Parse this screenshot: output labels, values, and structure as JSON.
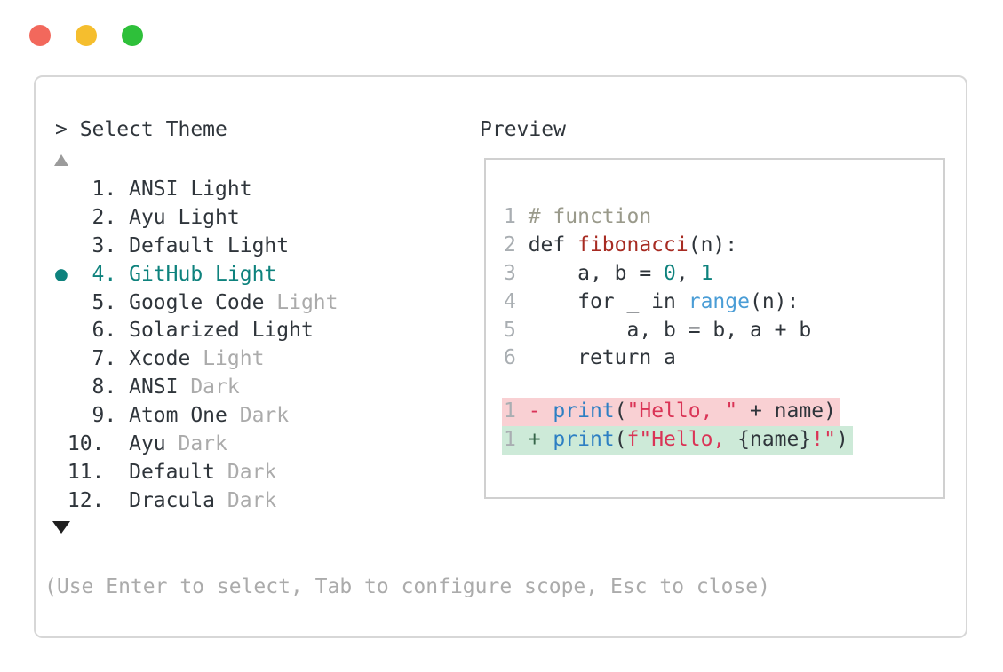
{
  "window": {
    "dots": [
      {
        "name": "close",
        "color": "#f2685c"
      },
      {
        "name": "minimize",
        "color": "#f5be2e"
      },
      {
        "name": "zoom",
        "color": "#2ec03a"
      }
    ]
  },
  "header": {
    "prompt": "> Select Theme",
    "preview_label": "Preview"
  },
  "theme_list": {
    "scroll_up_icon": "up-triangle",
    "scroll_down_icon": "down-triangle",
    "items": [
      {
        "prefix": "   1. ",
        "name": "ANSI Light",
        "suffix": "",
        "selected": false
      },
      {
        "prefix": "   2. ",
        "name": "Ayu Light",
        "suffix": "",
        "selected": false
      },
      {
        "prefix": "   3. ",
        "name": "Default Light",
        "suffix": "",
        "selected": false
      },
      {
        "prefix": "●  4. ",
        "name": "GitHub Light",
        "suffix": "",
        "selected": true
      },
      {
        "prefix": "   5. ",
        "name": "Google Code",
        "suffix": " Light",
        "selected": false
      },
      {
        "prefix": "   6. ",
        "name": "Solarized Light",
        "suffix": "",
        "selected": false
      },
      {
        "prefix": "   7. ",
        "name": "Xcode",
        "suffix": " Light",
        "selected": false
      },
      {
        "prefix": "   8. ",
        "name": "ANSI",
        "suffix": " Dark",
        "selected": false
      },
      {
        "prefix": "   9. ",
        "name": "Atom One",
        "suffix": " Dark",
        "selected": false
      },
      {
        "prefix": " 10.  ",
        "name": "Ayu",
        "suffix": " Dark",
        "selected": false
      },
      {
        "prefix": " 11.  ",
        "name": "Default",
        "suffix": " Dark",
        "selected": false
      },
      {
        "prefix": " 12.  ",
        "name": "Dracula",
        "suffix": " Dark",
        "selected": false
      }
    ]
  },
  "preview": {
    "lines": [
      {
        "name": "code-line-1",
        "segments": [
          [
            "num",
            "1 "
          ],
          [
            "comment",
            "# function"
          ]
        ]
      },
      {
        "name": "code-line-2",
        "segments": [
          [
            "num",
            "2 "
          ],
          [
            "plain",
            "def "
          ],
          [
            "func",
            "fibonacci"
          ],
          [
            "plain",
            "(n):"
          ]
        ]
      },
      {
        "name": "code-line-3",
        "segments": [
          [
            "num",
            "3 "
          ],
          [
            "plain",
            "    a, b = "
          ],
          [
            "literal",
            "0"
          ],
          [
            "plain",
            ", "
          ],
          [
            "literal",
            "1"
          ]
        ]
      },
      {
        "name": "code-line-4",
        "segments": [
          [
            "num",
            "4 "
          ],
          [
            "plain",
            "    for _ in "
          ],
          [
            "range",
            "range"
          ],
          [
            "plain",
            "(n):"
          ]
        ]
      },
      {
        "name": "code-line-5",
        "segments": [
          [
            "num",
            "5 "
          ],
          [
            "plain",
            "        a, b = b, a + b"
          ]
        ]
      },
      {
        "name": "code-line-6",
        "segments": [
          [
            "num",
            "6 "
          ],
          [
            "plain",
            "    return a"
          ]
        ]
      },
      {
        "name": "code-spacer",
        "type": "spacer"
      },
      {
        "name": "diff-removed-line",
        "bg": "#f9d0d3",
        "segments": [
          [
            "num",
            "1 "
          ],
          [
            "minus",
            "- "
          ],
          [
            "print",
            "print"
          ],
          [
            "plain",
            "("
          ],
          [
            "string",
            "\"Hello, \""
          ],
          [
            "plain",
            " + name)"
          ]
        ]
      },
      {
        "name": "diff-added-line",
        "bg": "#cdead8",
        "segments": [
          [
            "num",
            "1 "
          ],
          [
            "plus",
            "+ "
          ],
          [
            "print",
            "print"
          ],
          [
            "plain",
            "("
          ],
          [
            "string",
            "f\"Hello, "
          ],
          [
            "plain",
            "{name}"
          ],
          [
            "string",
            "!\""
          ],
          [
            "plain",
            ")"
          ]
        ]
      }
    ]
  },
  "footer": {
    "hint": "(Use Enter to select, Tab to configure scope, Esc to close)"
  },
  "colors": {
    "plain": "#2f353b",
    "num": "#a9aeb2",
    "comment": "#9a9a8b",
    "func": "#a72b22",
    "literal": "#0e827d",
    "print": "#2d7fc3",
    "range": "#4a9dd6",
    "string": "#da3456",
    "minus": "#d93459",
    "plus": "#356549",
    "selected": "#0e827d",
    "gray": "#ababab",
    "diff_removed_bg": "#f9d0d3",
    "diff_added_bg": "#cdead8"
  }
}
